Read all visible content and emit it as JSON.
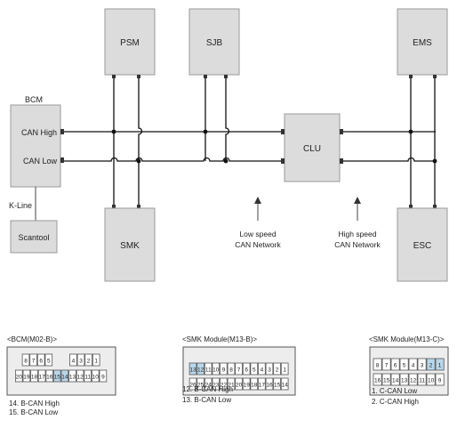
{
  "modules": {
    "psm": "PSM",
    "sjb": "SJB",
    "ems": "EMS",
    "bcm_title": "BCM",
    "clu": "CLU",
    "smk": "SMK",
    "esc": "ESC",
    "scantool": "Scantool"
  },
  "bcm_pins": {
    "can_high": "CAN High",
    "can_low": "CAN Low"
  },
  "kline": "K-Line",
  "networks": {
    "low_speed": [
      "Low speed",
      "CAN Network"
    ],
    "high_speed": [
      "High speed",
      "CAN Network"
    ]
  },
  "connectors": [
    {
      "title": "<BCM(M02-B)>",
      "row1": [
        "8",
        "7",
        "6",
        "5",
        "4",
        "3",
        "2",
        "1"
      ],
      "row2": [
        "20",
        "19",
        "18",
        "17",
        "16",
        "15",
        "14",
        "13",
        "12",
        "11",
        "10",
        "9"
      ],
      "highlight": [
        "15",
        "14"
      ],
      "notes": [
        "14. B-CAN High",
        "15. B-CAN Low"
      ]
    },
    {
      "title": "<SMK Module(M13-B)>",
      "row1": [
        "13",
        "12",
        "11",
        "10",
        "9",
        "8",
        "7",
        "6",
        "5",
        "4",
        "3",
        "2",
        "1"
      ],
      "row2": [
        "26",
        "25",
        "24",
        "23",
        "22",
        "21",
        "20",
        "19",
        "18",
        "17",
        "16",
        "15",
        "14"
      ],
      "highlight": [
        "13",
        "12"
      ],
      "notes": [
        "12. B-CAN High",
        "13. B-CAN Low"
      ]
    },
    {
      "title": "<SMK Module(M13-C)>",
      "row1": [
        "8",
        "7",
        "6",
        "5",
        "4",
        "3",
        "2",
        "1"
      ],
      "row2": [
        "16",
        "15",
        "14",
        "13",
        "12",
        "11",
        "10",
        "9"
      ],
      "highlight": [
        "2",
        "1"
      ],
      "notes": [
        "1. C-CAN Low",
        "2. C-CAN High"
      ]
    }
  ]
}
